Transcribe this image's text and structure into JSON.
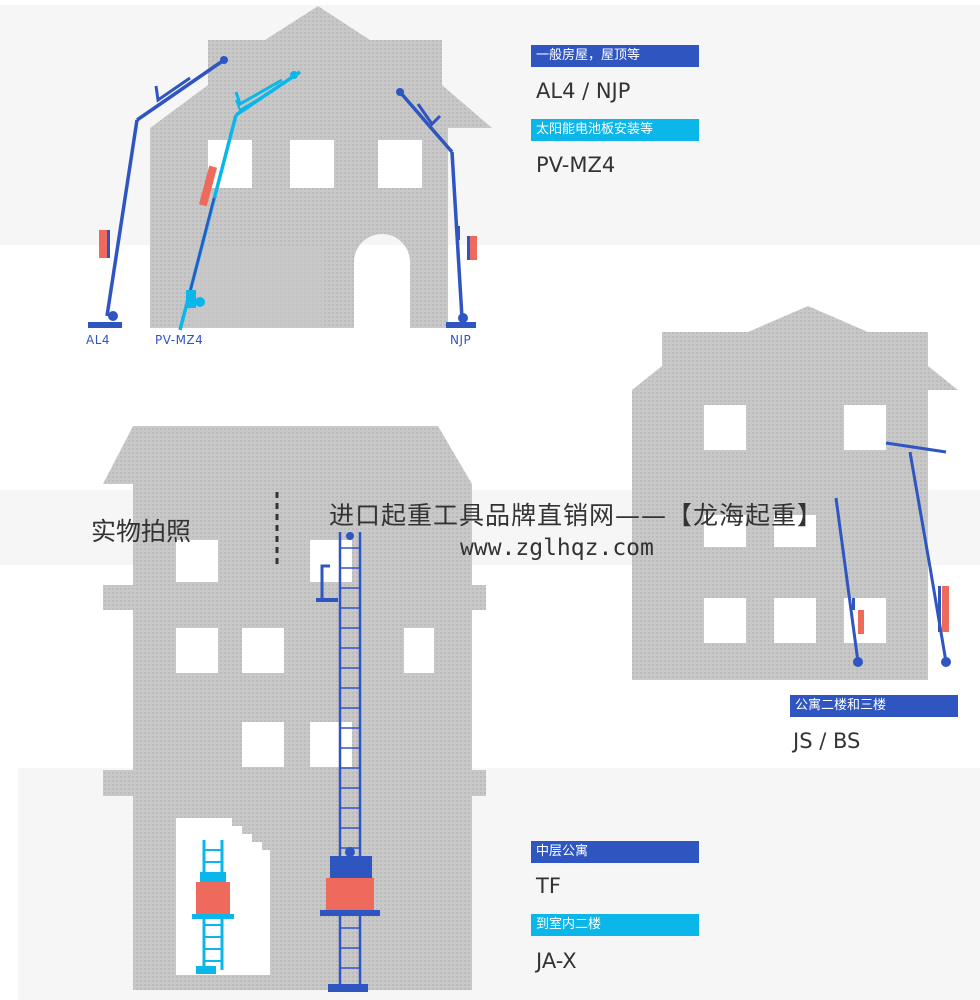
{
  "top_section": {
    "labels": [
      {
        "text": "一般房屋，屋顶等",
        "model": "AL4 / NJP"
      },
      {
        "text": "太阳能电池板安装等",
        "model": "PV-MZ4"
      }
    ],
    "ground_labels": [
      "AL4",
      "PV-MZ4",
      "NJP"
    ]
  },
  "right_section": {
    "label": "公寓二楼和三楼",
    "model": "JS / BS"
  },
  "bottom_section": {
    "labels": [
      {
        "text": "中层公寓",
        "model": "TF"
      },
      {
        "text": "到室内二楼",
        "model": "JA-X"
      }
    ]
  },
  "photo_caption": "实物拍照",
  "watermark": {
    "line1": "进口起重工具品牌直销网——【龙海起重】",
    "line2": "www.zglhqz.com"
  },
  "colors": {
    "dark_blue": "#2f55c1",
    "cyan": "#0bb6e9",
    "red": "#ee6a5c",
    "building_gray": "#c9c9c9"
  }
}
